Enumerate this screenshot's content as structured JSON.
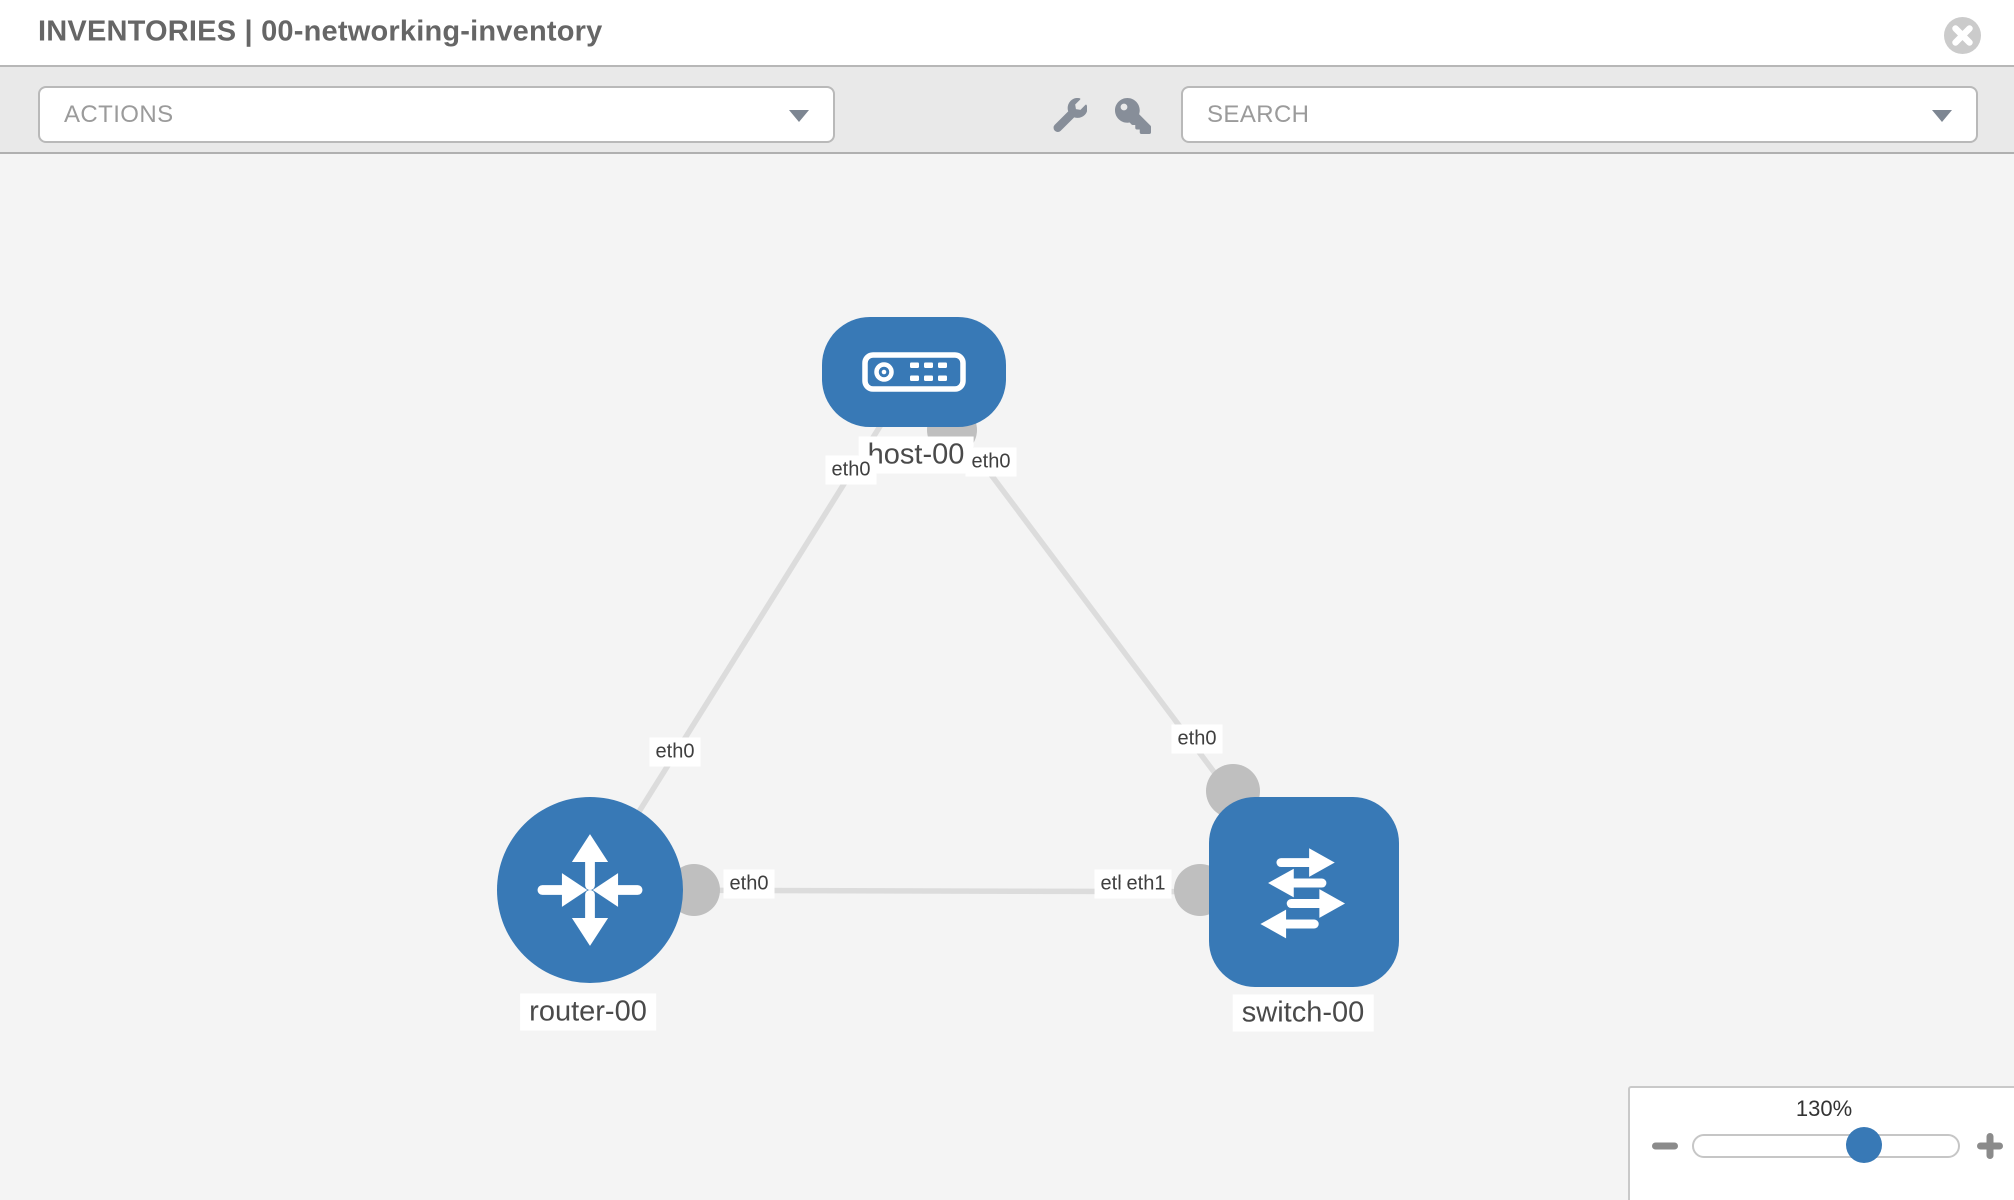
{
  "header": {
    "title": "INVENTORIES | 00-networking-inventory"
  },
  "toolbar": {
    "actions_placeholder": "ACTIONS",
    "search_placeholder": "SEARCH",
    "icons": [
      "wrench",
      "key",
      "caret-down"
    ]
  },
  "topology": {
    "nodes": [
      {
        "label": "host-00",
        "type": "host"
      },
      {
        "label": "router-00",
        "type": "router"
      },
      {
        "label": "switch-00",
        "type": "switch"
      }
    ],
    "links": [
      {
        "source": "host-00",
        "target": "router-00",
        "source_interface": "eth0",
        "target_interface": "eth0"
      },
      {
        "source": "host-00",
        "target": "switch-00",
        "source_interface": "eth0",
        "target_interface": "eth0"
      },
      {
        "source": "router-00",
        "target": "switch-00",
        "source_interface": "eth0",
        "target_interface": "eth1",
        "target_interface_overlapped": "eth0"
      }
    ]
  },
  "zoom_control": {
    "level": "130%",
    "minus_icon": "minus",
    "plus_icon": "plus"
  },
  "colors": {
    "node_blue": "#3879b6",
    "link_gray": "#dcdcdc",
    "port_dot_gray": "#bfbfbf",
    "canvas_bg": "#f4f4f4",
    "toolbar_bg": "#e9e9e9",
    "close_button_gray": "#cbcbcb",
    "zoom_knob_blue": "#3879b6"
  }
}
